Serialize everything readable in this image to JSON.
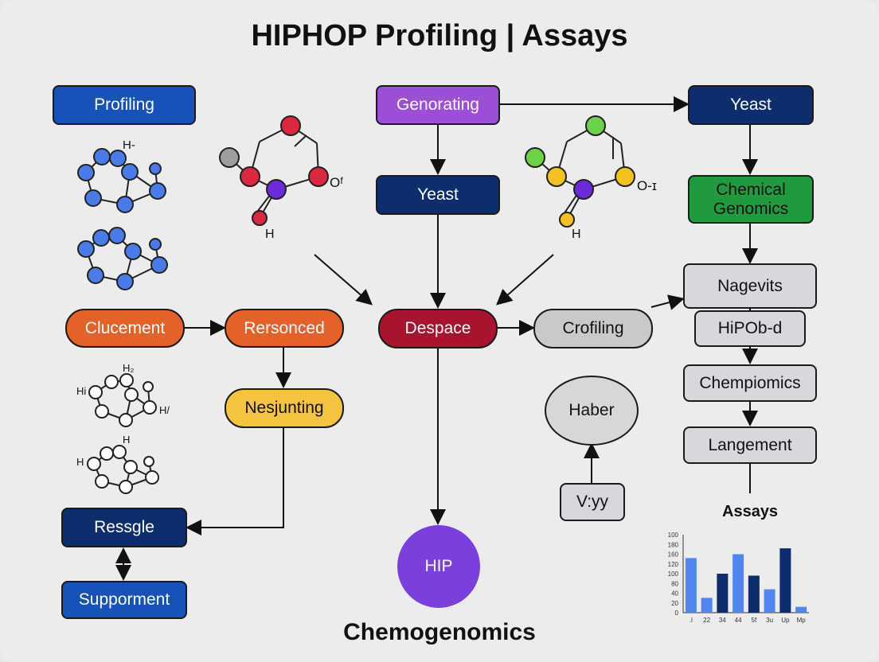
{
  "title": "HIPHOP Profiling | Assays",
  "footer": "Chemogenomics",
  "nodes": {
    "profiling": "Profiling",
    "genorating": "Genorating",
    "yeast_top": "Yeast",
    "yeast_mid": "Yeast",
    "chemical_genomics": "Chemical Genomics",
    "clucement": "Clucement",
    "rersonced": "Rersonced",
    "despace": "Despace",
    "crofiling": "Crofiling",
    "nagevits": "Nagevits",
    "hipob_d": "HiPOb-d",
    "nesjunting": "Nesjunting",
    "haber": "Haber",
    "chempiomics": "Chempiomics",
    "langement": "Langement",
    "vyy": "V:yy",
    "ressgle": "Ressgle",
    "supporment": "Supporment",
    "hip": "HIP"
  },
  "molecule_labels": {
    "left_top_h": "H-",
    "center_left_o": "Oᶠ",
    "center_left_h": "H",
    "center_right_o": "O-ɪ",
    "center_right_h": "H",
    "left_lower_h1": "H₂",
    "left_lower_hi": "Hi",
    "left_lower_hj": "H/",
    "left_bottom_h_top": "H",
    "left_bottom_h_left": "H"
  },
  "assays_label": "Assays",
  "chart_data": {
    "type": "bar",
    "title": "",
    "categories": [
      ".I",
      "22",
      "34",
      "44",
      "5f",
      "3u",
      "Up",
      "Mp"
    ],
    "series": [
      {
        "name": "",
        "color": "#4f86f0",
        "values": [
          140,
          38,
          0,
          150,
          0,
          60,
          0,
          15
        ]
      },
      {
        "name": "",
        "color": "#0e2d6e",
        "values": [
          0,
          0,
          100,
          0,
          95,
          0,
          165,
          0
        ]
      }
    ],
    "bar_values": [
      140,
      38,
      100,
      150,
      95,
      60,
      165,
      15
    ],
    "bar_colors": [
      "#4f86f0",
      "#4f86f0",
      "#0e2d6e",
      "#4f86f0",
      "#0e2d6e",
      "#4f86f0",
      "#0e2d6e",
      "#4f86f0"
    ],
    "ytick_labels": [
      "0",
      "20",
      "40",
      "80",
      "100",
      "120",
      "160",
      "180",
      "100"
    ],
    "ylim": [
      0,
      200
    ],
    "grid": false
  }
}
